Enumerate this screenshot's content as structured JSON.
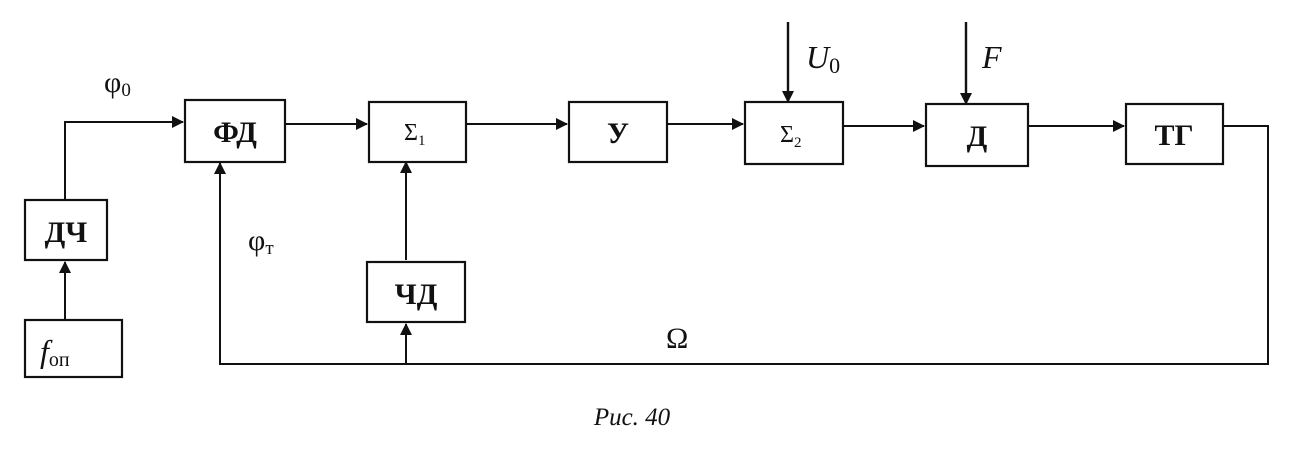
{
  "blocks": {
    "fop": {
      "main": "f",
      "sub": "оп"
    },
    "dch": "ДЧ",
    "fd": "ФД",
    "sum1": {
      "main": "Σ",
      "sub": "1"
    },
    "u": "У",
    "sum2": {
      "main": "Σ",
      "sub": "2"
    },
    "d": "Д",
    "tg": "ТГ",
    "chd": "ЧД"
  },
  "signals": {
    "phi0": {
      "main": "φ",
      "sub": "0"
    },
    "phit": {
      "main": "φ",
      "sub": "т"
    },
    "u0": {
      "main": "U",
      "sub": "0"
    },
    "f": "F",
    "omega": "Ω"
  },
  "caption": "Рис. 40"
}
